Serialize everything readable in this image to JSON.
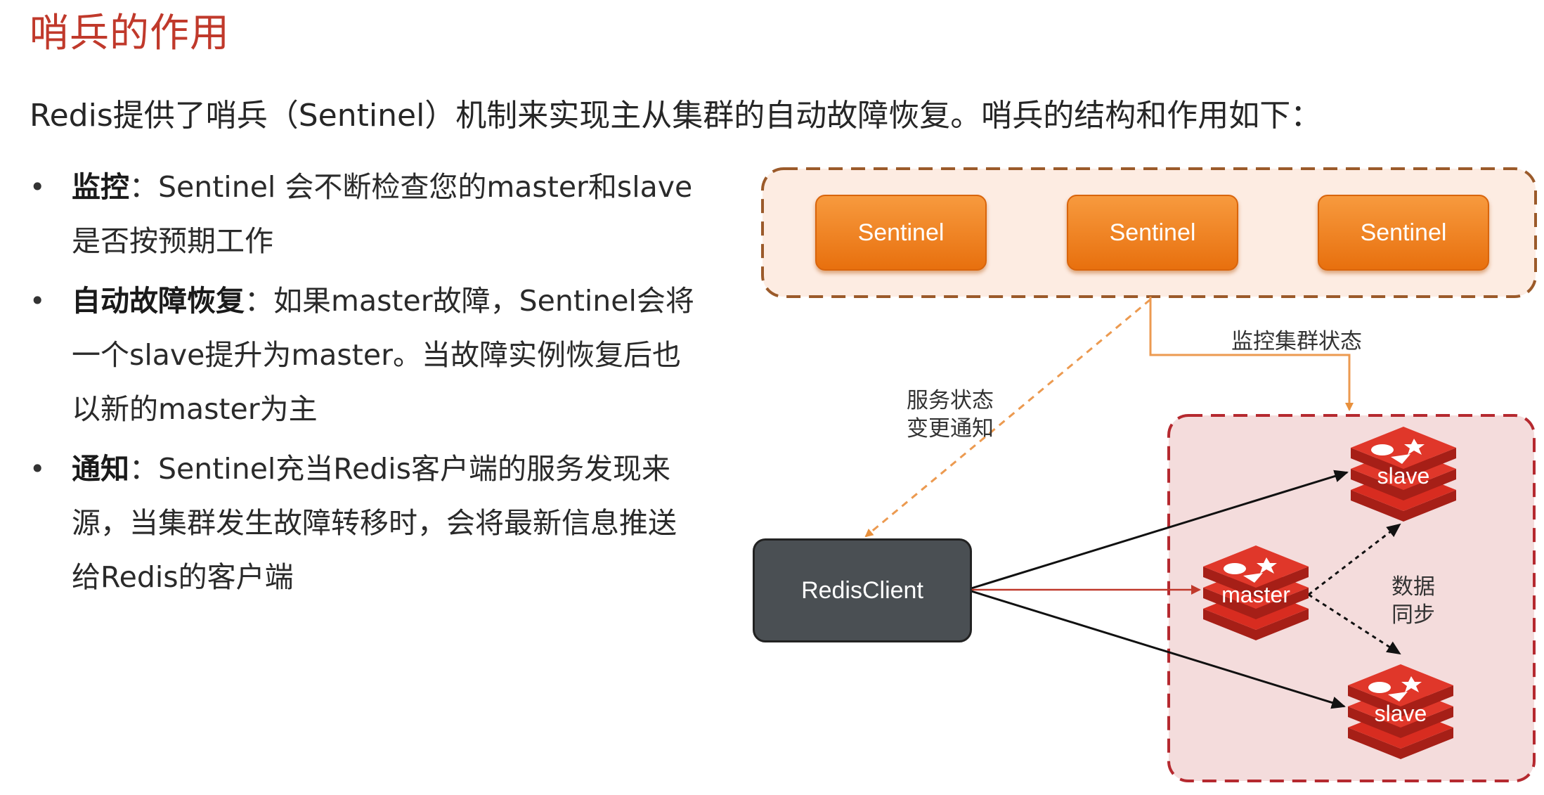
{
  "title": "哨兵的作用",
  "intro": "Redis提供了哨兵（Sentinel）机制来实现主从集群的自动故障恢复。哨兵的结构和作用如下：",
  "bullets": [
    {
      "term": "监控",
      "sep": "：",
      "text": "Sentinel 会不断检查您的master和slave是否按预期工作"
    },
    {
      "term": "自动故障恢复",
      "sep": "：",
      "text": "如果master故障，Sentinel会将一个slave提升为master。当故障实例恢复后也以新的master为主"
    },
    {
      "term": "通知",
      "sep": "：",
      "text": "Sentinel充当Redis客户端的服务发现来源，当集群发生故障转移时，会将最新信息推送给Redis的客户端"
    }
  ],
  "diagram": {
    "sentinels": [
      "Sentinel",
      "Sentinel",
      "Sentinel"
    ],
    "client": "RedisClient",
    "monitor_label": "监控集群状态",
    "notify_label_line1": "服务状态",
    "notify_label_line2": "变更通知",
    "sync_label_line1": "数据",
    "sync_label_line2": "同步",
    "master": "master",
    "slave_top": "slave",
    "slave_bottom": "slave"
  },
  "colors": {
    "title": "#c0392b",
    "sentinel_orange": "#ee7d1e",
    "sentinel_group_border": "#9b5a2a",
    "sentinel_group_fill": "#fdece2",
    "cluster_border": "#b5292f",
    "cluster_fill": "#f4dcdc",
    "redis_red": "#d82c20",
    "client_fill": "#4a4f53"
  }
}
